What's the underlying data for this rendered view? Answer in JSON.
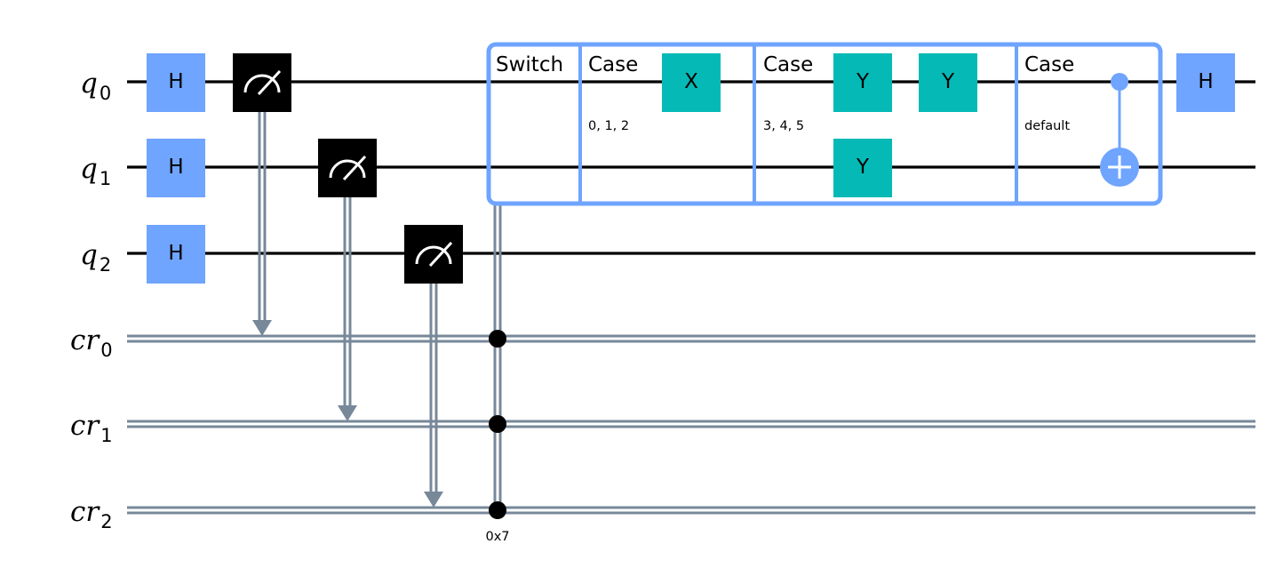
{
  "qubits": [
    {
      "base": "q",
      "index": "0"
    },
    {
      "base": "q",
      "index": "1"
    },
    {
      "base": "q",
      "index": "2"
    }
  ],
  "clbits": [
    {
      "base": "cr",
      "index": "0"
    },
    {
      "base": "cr",
      "index": "1"
    },
    {
      "base": "cr",
      "index": "2"
    }
  ],
  "gates": {
    "h_label": "H",
    "x_label": "X",
    "y_label": "Y"
  },
  "switch_block": {
    "switch_label": "Switch",
    "cases": [
      {
        "label": "Case",
        "values": "0, 1, 2"
      },
      {
        "label": "Case",
        "values": "3, 4, 5"
      },
      {
        "label": "Case",
        "values": "default"
      }
    ],
    "target_value": "0x7"
  },
  "colors": {
    "h_gate": "#6fa4ff",
    "xy_gate": "#05bab6",
    "measure": "#000000",
    "classical_wire": "#778899",
    "switch_border": "#6fa4ff",
    "cnot": "#6fa4ff"
  }
}
